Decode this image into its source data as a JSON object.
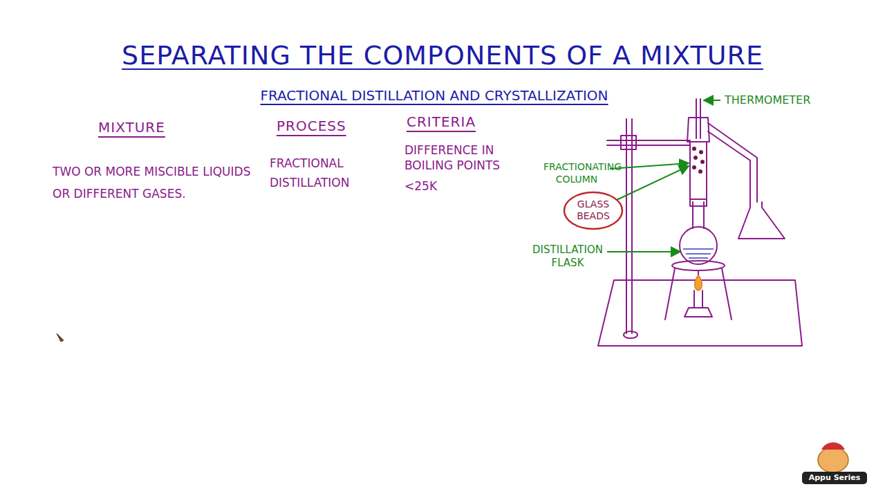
{
  "diagram": {
    "title": "SEPARATING THE COMPONENTS OF A MIXTURE",
    "nodes": [
      {
        "text": [
          "GLASS BEADS"
        ]
      }
    ],
    "labels": [
      "FRACTIONAL DISTILLATION AND CRYSTALLIZATION",
      "MIXTURE",
      "PROCESS",
      "CRITERIA",
      "TWO OR MORE MISCIBLE LIQUIDS OR DIFFERENT GASES.",
      "FRACTIONAL DISTILLATION",
      "DIFFERENCE IN BOILING POINTS",
      "<25K",
      "THERMOMETER",
      "FRACTIONATING COLUMN",
      "DISTILLATION FLASK",
      "Appu Series"
    ]
  }
}
